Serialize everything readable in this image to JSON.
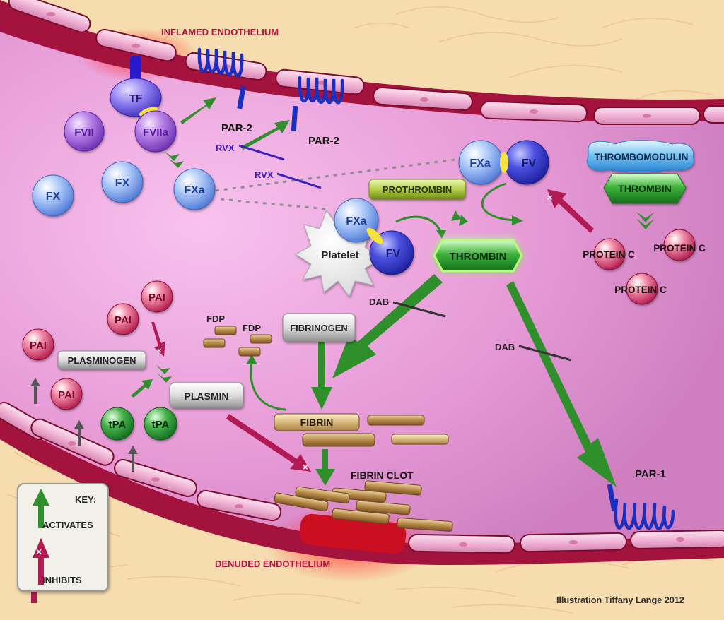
{
  "labels": {
    "inflamed_endothelium": "INFLAMED ENDOTHELIUM",
    "denuded_endothelium": "DENUDED ENDOTHELIUM",
    "par2_a": "PAR-2",
    "par2_b": "PAR-2",
    "par1": "PAR-1",
    "rvx_a": "RVX",
    "rvx_b": "RVX",
    "dab_a": "DAB",
    "dab_b": "DAB",
    "platelet": "Platelet",
    "fdp_a": "FDP",
    "fdp_b": "FDP",
    "fibrin_clot": "FIBRIN CLOT"
  },
  "molecules": {
    "tf": "TF",
    "fvii": "FVII",
    "fviia": "FVIIa",
    "fx_a": "FX",
    "fx_b": "FX",
    "fxa_1": "FXa",
    "fxa_2": "FXa",
    "fxa_3": "FXa",
    "fv_1": "FV",
    "fv_2": "FV",
    "pai_1": "PAI",
    "pai_2": "PAI",
    "pai_3": "PAI",
    "pai_4": "PAI",
    "tpa_1": "tPA",
    "tpa_2": "tPA",
    "protein_c_1": "PROTEIN C",
    "protein_c_2": "PROTEIN C",
    "protein_c_3": "PROTEIN C"
  },
  "pills": {
    "prothrombin": "PROTHROMBIN",
    "thrombomodulin": "THROMBOMODULIN",
    "thrombin_a": "THROMBIN",
    "thrombin_b": "THROMBIN",
    "plasminogen": "PLASMINOGEN",
    "fibrinogen": "FIBRINOGEN",
    "plasmin": "PLASMIN",
    "fibrin": "FIBRIN"
  },
  "key": {
    "title": "KEY:",
    "activates": "ACTIVATES",
    "inhibits": "INHIBITS"
  },
  "credit": "Illustration Tiffany Lange 2012",
  "colors": {
    "vessel_lumen": "#e89ad8",
    "vessel_wall": "#a3133d",
    "tissue": "#f6dcae",
    "activate_green": "#2f8f2a",
    "inhibit_red": "#b11a53",
    "receptor_blue": "#1a2fc0",
    "title_red": "#b5103e"
  }
}
